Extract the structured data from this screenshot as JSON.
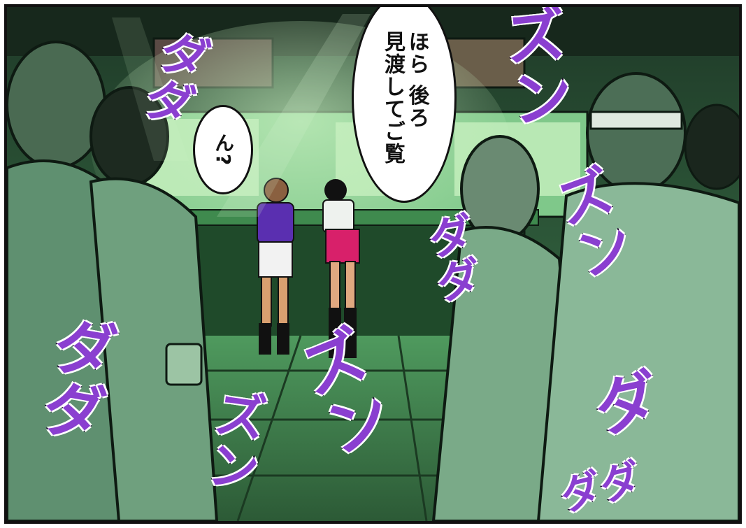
{
  "panel": {
    "speech_main": {
      "lines": [
        "ほら 後ろ",
        "見渡してご覧"
      ]
    },
    "speech_small": {
      "text": "ん?"
    },
    "sfx": {
      "top_left_da": "ダダ",
      "top_right_zun": "ズン",
      "mid_right_zun": "ズン",
      "mid_da": "ダダ",
      "bottom_left_da": "ダダ",
      "bottom_center_zun": "ズン",
      "bottom_center_zun2": "ズン",
      "bottom_right_da": "ダ",
      "bottom_right_dada": "ダダ"
    },
    "colors": {
      "sfx": "#8a3fd0",
      "scene": "#2f6b3f"
    }
  }
}
